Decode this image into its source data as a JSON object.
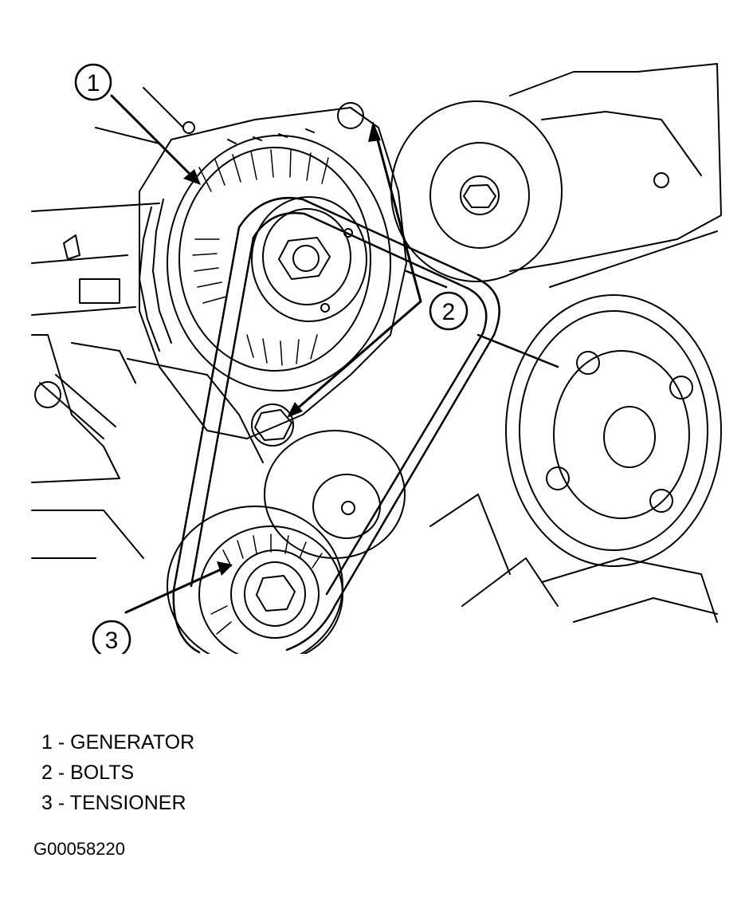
{
  "callouts": [
    {
      "number": "1"
    },
    {
      "number": "2"
    },
    {
      "number": "3"
    }
  ],
  "legend": [
    {
      "text": "1 - GENERATOR"
    },
    {
      "text": "2 - BOLTS"
    },
    {
      "text": "3 - TENSIONER"
    }
  ],
  "figure_id": "G00058220",
  "colors": {
    "ink": "#000000",
    "paper": "#ffffff"
  }
}
